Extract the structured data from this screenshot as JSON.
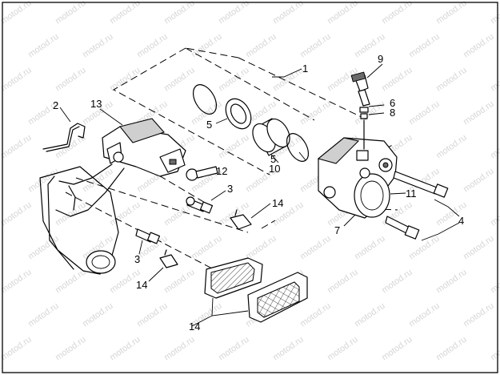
{
  "watermark": "motod.ru",
  "callouts": [
    {
      "id": "1",
      "text": "1"
    },
    {
      "id": "2",
      "text": "2"
    },
    {
      "id": "3a",
      "text": "3"
    },
    {
      "id": "3b",
      "text": "3"
    },
    {
      "id": "4",
      "text": "4"
    },
    {
      "id": "5a",
      "text": "5"
    },
    {
      "id": "5b",
      "text": "5"
    },
    {
      "id": "6",
      "text": "6"
    },
    {
      "id": "7",
      "text": "7"
    },
    {
      "id": "8",
      "text": "8"
    },
    {
      "id": "9",
      "text": "9"
    },
    {
      "id": "10",
      "text": "10"
    },
    {
      "id": "11",
      "text": "11"
    },
    {
      "id": "12",
      "text": "12"
    },
    {
      "id": "13",
      "text": "13"
    },
    {
      "id": "14a",
      "text": "14"
    },
    {
      "id": "14b",
      "text": "14"
    },
    {
      "id": "14c",
      "text": "14"
    }
  ]
}
